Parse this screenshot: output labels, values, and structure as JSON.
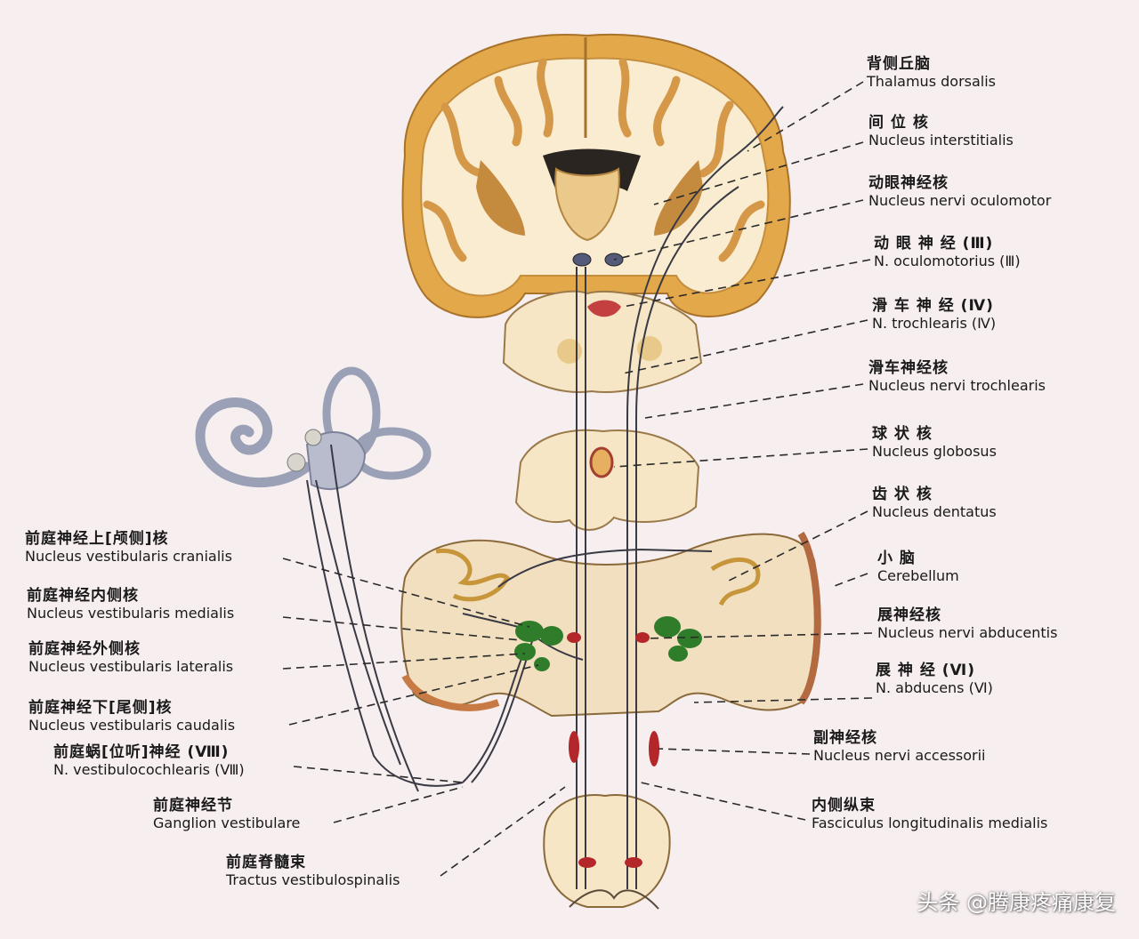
{
  "labels_right": [
    {
      "zh": "背侧丘脑",
      "la": "Thalamus dorsalis"
    },
    {
      "zh": "间 位 核",
      "la": "Nucleus interstitialis"
    },
    {
      "zh": "动眼神经核",
      "la": "Nucleus nervi oculomotor"
    },
    {
      "zh": "动 眼 神 经 (Ⅲ)",
      "la": "N. oculomotorius (Ⅲ)"
    },
    {
      "zh": "滑 车 神 经 (Ⅳ)",
      "la": "N. trochlearis (Ⅳ)"
    },
    {
      "zh": "滑车神经核",
      "la": "Nucleus nervi trochlearis"
    },
    {
      "zh": "球 状 核",
      "la": "Nucleus globosus"
    },
    {
      "zh": "齿 状 核",
      "la": "Nucleus dentatus"
    },
    {
      "zh": "小 脑",
      "la": "Cerebellum"
    },
    {
      "zh": "展神经核",
      "la": "Nucleus nervi abducentis"
    },
    {
      "zh": "展 神 经 (Ⅵ)",
      "la": "N. abducens (Ⅵ)"
    },
    {
      "zh": "副神经核",
      "la": "Nucleus nervi accessorii"
    },
    {
      "zh": "内侧纵束",
      "la": "Fasciculus longitudinalis medialis"
    }
  ],
  "labels_left": [
    {
      "zh": "前庭神经上[颅侧]核",
      "la": "Nucleus vestibularis cranialis"
    },
    {
      "zh": "前庭神经内侧核",
      "la": "Nucleus vestibularis medialis"
    },
    {
      "zh": "前庭神经外侧核",
      "la": "Nucleus vestibularis lateralis"
    },
    {
      "zh": "前庭神经下[尾侧]核",
      "la": "Nucleus vestibularis caudalis"
    },
    {
      "zh": "前庭蜗[位听]神经 (Ⅷ)",
      "la": "N. vestibulocochlearis (Ⅷ)"
    },
    {
      "zh": "前庭神经节",
      "la": "Ganglion vestibulare"
    },
    {
      "zh": "前庭脊髓束",
      "la": "Tractus vestibulospinalis"
    }
  ],
  "watermark": "头条 @腾康疼痛康复",
  "colors": {
    "background": "#f6eeef",
    "cortex_orange": "#e3a84a",
    "white_matter": "#f9ecd0",
    "tissue": "#f6e6c6",
    "nucleus_green": "#2f7d2a",
    "nucleus_red": "#b3262a",
    "nerve_line": "#3a3a44",
    "ear_gray": "#9aa0b6"
  }
}
